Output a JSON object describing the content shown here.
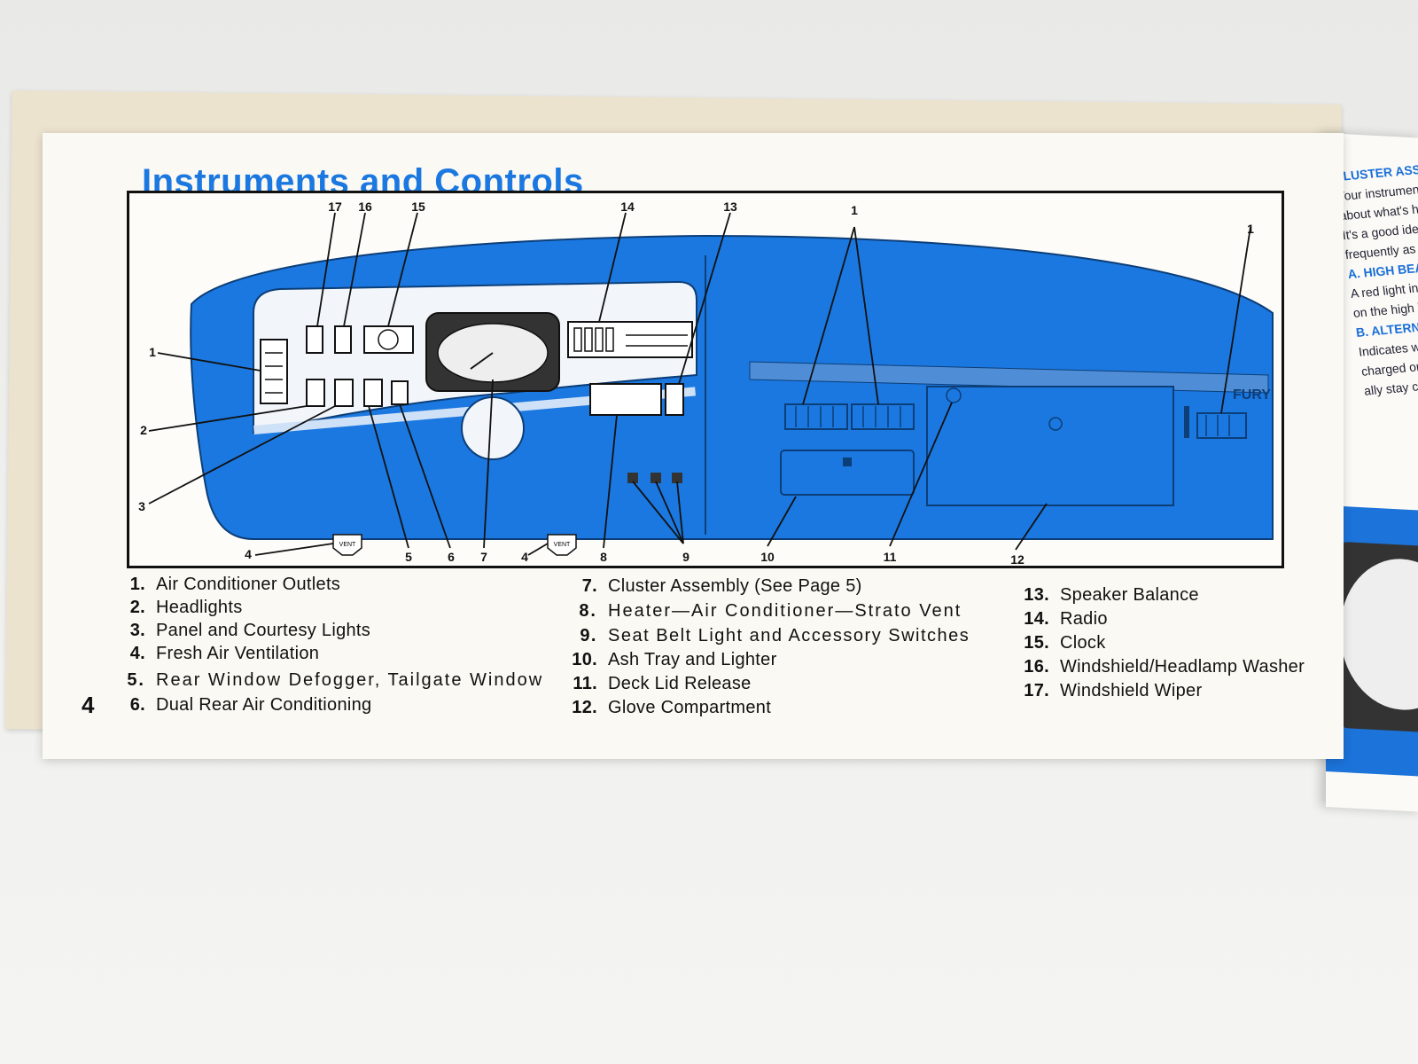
{
  "page": {
    "title": "Instruments and Controls",
    "page_number": "4",
    "accent_color": "#1b78e0"
  },
  "diagram": {
    "callouts": [
      "17",
      "16",
      "15",
      "14",
      "13",
      "1",
      "1",
      "1",
      "2",
      "3",
      "4",
      "5",
      "6",
      "7",
      "4",
      "8",
      "9",
      "10",
      "11",
      "12"
    ],
    "vent_label": "VENT",
    "brand_badge": "FURY"
  },
  "legend": {
    "items": [
      {
        "num": "1.",
        "label": "Air Conditioner Outlets"
      },
      {
        "num": "2.",
        "label": "Headlights"
      },
      {
        "num": "3.",
        "label": "Panel and Courtesy Lights"
      },
      {
        "num": "4.",
        "label": "Fresh Air Ventilation"
      },
      {
        "num": "5.",
        "label": "Rear Window Defogger, Tailgate Window"
      },
      {
        "num": "6.",
        "label": "Dual Rear Air Conditioning"
      },
      {
        "num": "7.",
        "label": "Cluster Assembly (See Page 5)"
      },
      {
        "num": "8.",
        "label": "Heater—Air Conditioner—Strato Vent"
      },
      {
        "num": "9.",
        "label": "Seat Belt Light and Accessory Switches"
      },
      {
        "num": "10.",
        "label": "Ash Tray and Lighter"
      },
      {
        "num": "11.",
        "label": "Deck Lid Release"
      },
      {
        "num": "12.",
        "label": "Glove Compartment"
      },
      {
        "num": "13.",
        "label": "Speaker Balance"
      },
      {
        "num": "14.",
        "label": "Radio"
      },
      {
        "num": "15.",
        "label": "Clock"
      },
      {
        "num": "16.",
        "label": "Windshield/Headlamp Washer"
      },
      {
        "num": "17.",
        "label": "Windshield Wiper"
      }
    ]
  },
  "right_page": {
    "lines": [
      "CLUSTER ASSE",
      "Your instrument",
      "about what's hap",
      "It's a good idea f",
      "frequently as you d",
      "A. HIGH BEAM IN",
      "A red light indicate",
      "on the high beam.",
      "B. ALTERNATOR I",
      "Indicates whethe",
      "charged or discharge",
      "ally stay centered wh"
    ]
  }
}
